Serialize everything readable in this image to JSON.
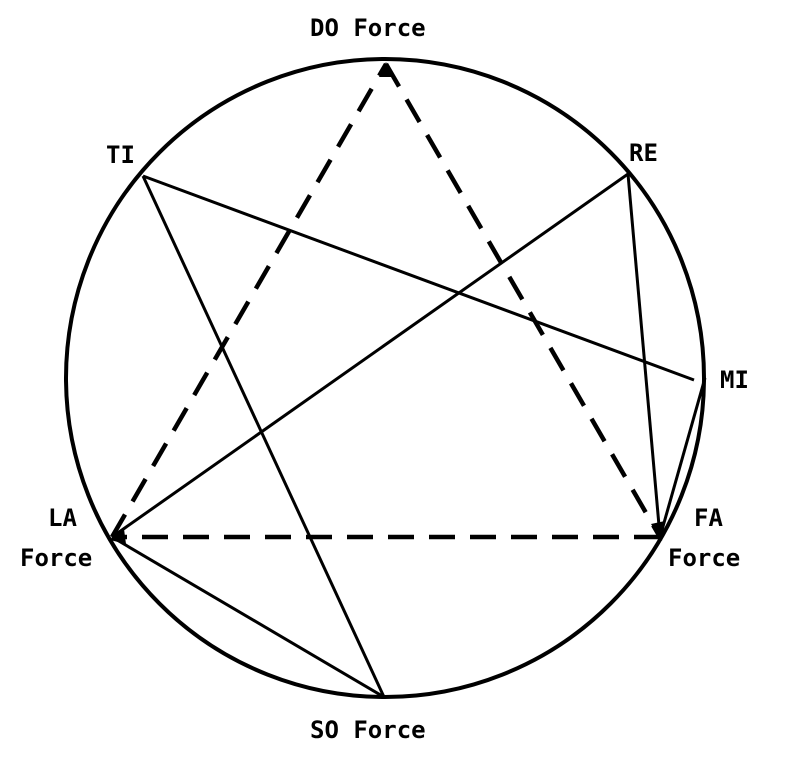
{
  "labels": {
    "do_force": "DO Force",
    "re": "RE",
    "mi": "MI",
    "fa": "FA",
    "fa_force": "Force",
    "so_force": "SO Force",
    "la": "LA",
    "la_force": "Force",
    "ti": "TI"
  },
  "colors": {
    "stroke": "#000000",
    "background": "#ffffff"
  },
  "triangle_style": "dashed",
  "hexad_style": "solid"
}
